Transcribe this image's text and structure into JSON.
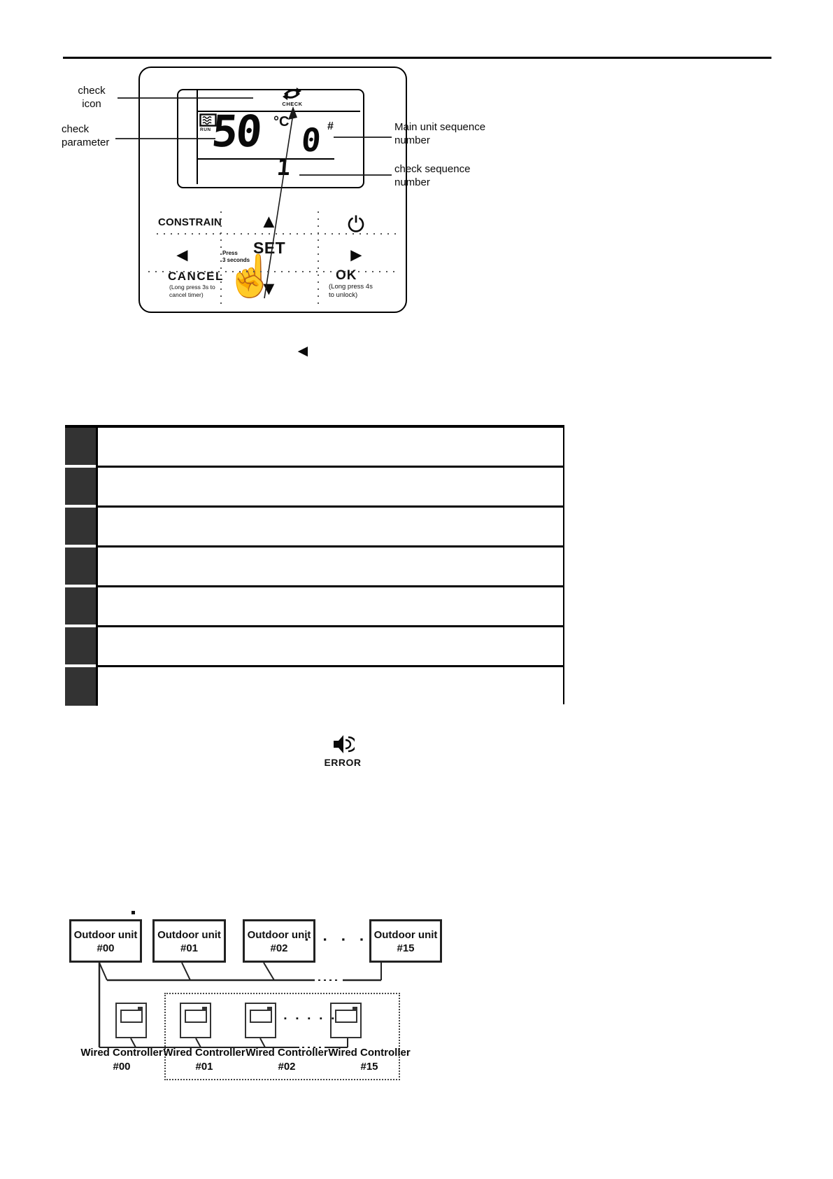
{
  "callouts": {
    "check_icon": [
      "check",
      "icon"
    ],
    "check_parameter": [
      "check",
      "parameter"
    ],
    "main_unit_sequence": [
      "Main unit sequence",
      "number"
    ],
    "check_sequence": [
      "check sequence",
      "number"
    ]
  },
  "lcd": {
    "check_label": "CHECK",
    "run_label": "RUN",
    "temp_value": "50",
    "temp_unit": "°C",
    "main_unit_value": "0",
    "main_unit_suffix": "#",
    "check_sequence_value": "1"
  },
  "buttons": {
    "constrain": "CONSTRAIN",
    "up": "▲",
    "down": "▼",
    "left": "◄",
    "right": "►",
    "set": "SET",
    "press_note": [
      "Press",
      "3 seconds"
    ],
    "cancel": "CANCEL",
    "cancel_note": [
      "(Long press 3s to",
      "cancel timer)"
    ],
    "ok": "OK",
    "ok_note": [
      "(Long press 4s",
      "to unlock)"
    ],
    "hand_glyph": "☝"
  },
  "inline_arrow": "◄",
  "table": {
    "row_count": 7
  },
  "error": {
    "label": "ERROR"
  },
  "network": {
    "outdoor_units": [
      [
        "Outdoor unit",
        "#00"
      ],
      [
        "Outdoor unit",
        "#01"
      ],
      [
        "Outdoor unit",
        "#02"
      ],
      [
        "Outdoor unit",
        "#15"
      ]
    ],
    "outdoor_ellipsis": "▪ ▪ ▪ ▪",
    "controller_ellipsis": "▪ ▪ ▪ ▪ ▪",
    "wired_controllers": [
      [
        "Wired Controller",
        "#00"
      ],
      [
        "Wired Controller",
        "#01"
      ],
      [
        "Wired Controller",
        "#02"
      ],
      [
        "Wired Controller",
        "#15"
      ]
    ]
  }
}
